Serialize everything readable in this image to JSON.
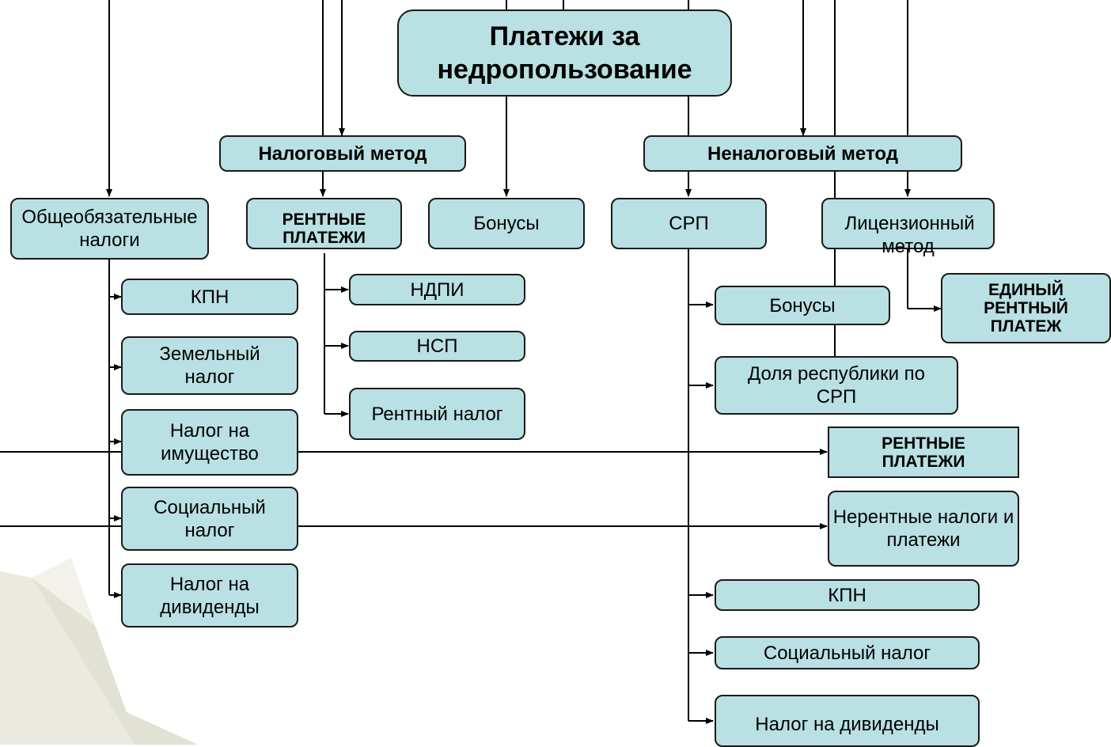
{
  "title": "Платежи за недропользование",
  "tax_method": "Налоговый метод",
  "nontax_method": "Неналоговый метод",
  "general_taxes": "Общеобязательные налоги",
  "rent_payments_left": "РЕНТНЫЕ ПЛАТЕЖИ",
  "bonuses_mid": "Бонусы",
  "srp": "СРП",
  "license_method": "Лицензионный метод",
  "single_rent_payment": "ЕДИНЫЙ РЕНТНЫЙ ПЛАТЕЖ",
  "kpn_left": "КПН",
  "land_tax": "Земельный налог",
  "property_tax": "Налог на имущество",
  "social_tax_left": "Социальный налог",
  "dividend_tax_left": "Налог на дивиденды",
  "ndpi": "НДПИ",
  "nsp": "НСП",
  "rent_tax": "Рентный налог",
  "bonuses_right": "Бонусы",
  "republic_share": "Доля республики по СРП",
  "rent_payments_right": "РЕНТНЫЕ ПЛАТЕЖИ",
  "non_rent": "Нерентные налоги и платежи",
  "kpn_right": "КПН",
  "social_tax_right": "Социальный налог",
  "dividend_tax_right": "Налог на дивиденды",
  "colors": {
    "box_fill": "#b9e0e3",
    "border": "#1a1a1a",
    "line": "#000000"
  }
}
